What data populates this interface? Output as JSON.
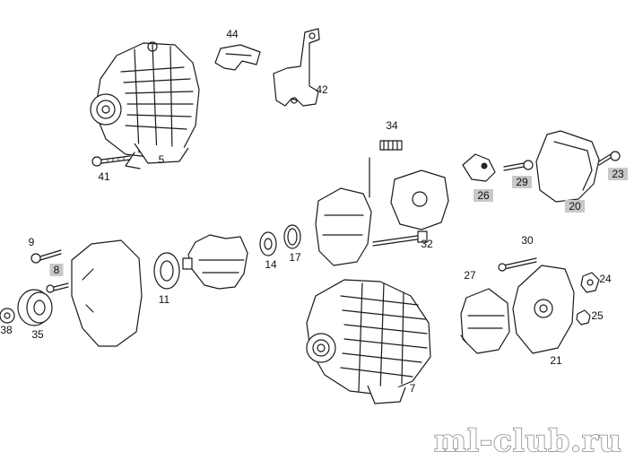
{
  "labels": [
    {
      "id": "5",
      "highlighted": false
    },
    {
      "id": "41",
      "highlighted": false
    },
    {
      "id": "44",
      "highlighted": false
    },
    {
      "id": "42",
      "highlighted": false
    },
    {
      "id": "34",
      "highlighted": false
    },
    {
      "id": "26",
      "highlighted": true
    },
    {
      "id": "29",
      "highlighted": true
    },
    {
      "id": "23",
      "highlighted": true
    },
    {
      "id": "20",
      "highlighted": true
    },
    {
      "id": "9",
      "highlighted": false
    },
    {
      "id": "8",
      "highlighted": true
    },
    {
      "id": "11",
      "highlighted": false
    },
    {
      "id": "14",
      "highlighted": false
    },
    {
      "id": "17",
      "highlighted": false
    },
    {
      "id": "32",
      "highlighted": false
    },
    {
      "id": "30",
      "highlighted": false
    },
    {
      "id": "27",
      "highlighted": false
    },
    {
      "id": "24",
      "highlighted": false
    },
    {
      "id": "25",
      "highlighted": false
    },
    {
      "id": "21",
      "highlighted": false
    },
    {
      "id": "7",
      "highlighted": false
    },
    {
      "id": "38",
      "highlighted": false
    },
    {
      "id": "35",
      "highlighted": false
    }
  ],
  "watermark": "ml-club.ru",
  "colors": {
    "highlight_box": "#c8c8c8",
    "line": "#1a1a1a",
    "background": "#ffffff"
  }
}
